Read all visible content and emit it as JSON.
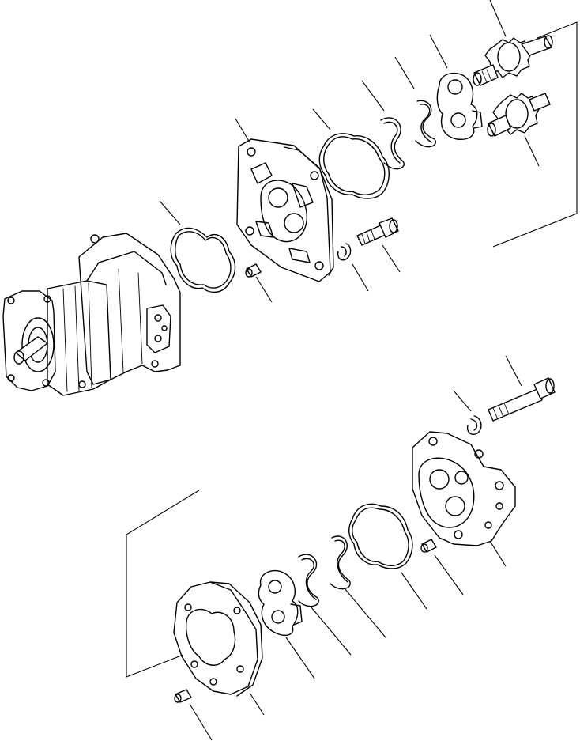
{
  "diagram": {
    "type": "exploded-parts-view",
    "stroke_color": "#000000",
    "background": "#ffffff",
    "parts": [
      {
        "id": "pump-body",
        "icon": "pump-assembly-icon"
      },
      {
        "id": "gasket-upper-left",
        "icon": "gasket-icon"
      },
      {
        "id": "dowel-pin-upper",
        "icon": "pin-icon"
      },
      {
        "id": "flange-plate-upper",
        "icon": "plate-icon"
      },
      {
        "id": "snap-ring-upper",
        "icon": "ring-icon"
      },
      {
        "id": "bolt-upper",
        "icon": "bolt-icon"
      },
      {
        "id": "gasket-upper-right",
        "icon": "gasket-icon"
      },
      {
        "id": "seal-ring-upper-a",
        "icon": "seal-icon"
      },
      {
        "id": "seal-ring-upper-b",
        "icon": "seal-icon"
      },
      {
        "id": "wear-plate-upper",
        "icon": "plate-icon"
      },
      {
        "id": "drive-gear-upper",
        "icon": "gear-icon"
      },
      {
        "id": "driven-gear-upper",
        "icon": "gear-icon"
      },
      {
        "id": "bolt-lower",
        "icon": "bolt-icon"
      },
      {
        "id": "snap-ring-lower",
        "icon": "ring-icon"
      },
      {
        "id": "cover-housing-lower",
        "icon": "housing-icon"
      },
      {
        "id": "dowel-pin-lower-right",
        "icon": "pin-icon"
      },
      {
        "id": "gasket-lower",
        "icon": "gasket-icon"
      },
      {
        "id": "seal-ring-lower-a",
        "icon": "seal-icon"
      },
      {
        "id": "seal-ring-lower-b",
        "icon": "seal-icon"
      },
      {
        "id": "wear-plate-lower",
        "icon": "plate-icon"
      },
      {
        "id": "gear-housing-lower",
        "icon": "housing-icon"
      },
      {
        "id": "dowel-pin-lower-left",
        "icon": "pin-icon"
      }
    ]
  }
}
